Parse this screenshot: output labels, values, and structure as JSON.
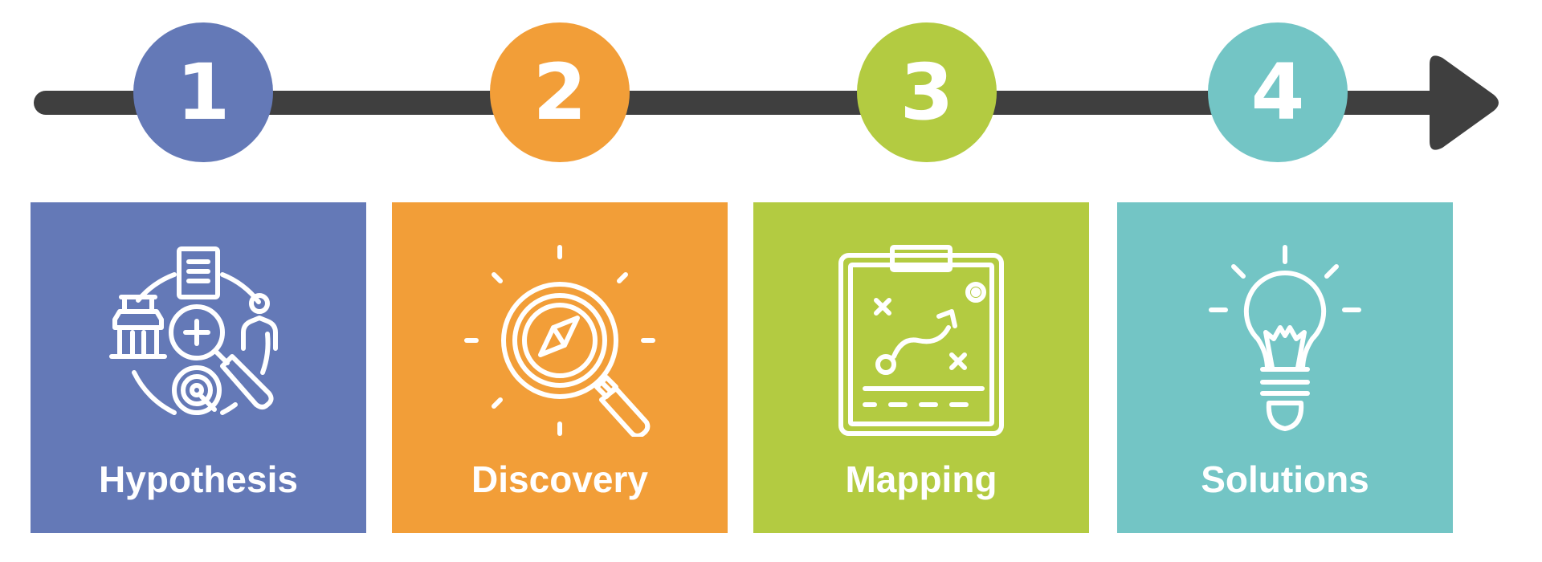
{
  "colors": {
    "arrow": "#3f3f3f",
    "step1": "#6479b7",
    "step2": "#f29e38",
    "step3": "#b3cb41",
    "step4": "#73c5c5",
    "icon": "#ffffff"
  },
  "steps": [
    {
      "number": "1",
      "label": "Hypothesis",
      "icon": "research-magnifier-icon"
    },
    {
      "number": "2",
      "label": "Discovery",
      "icon": "magnifier-compass-icon"
    },
    {
      "number": "3",
      "label": "Mapping",
      "icon": "clipboard-strategy-icon"
    },
    {
      "number": "4",
      "label": "Solutions",
      "icon": "lightbulb-icon"
    }
  ]
}
